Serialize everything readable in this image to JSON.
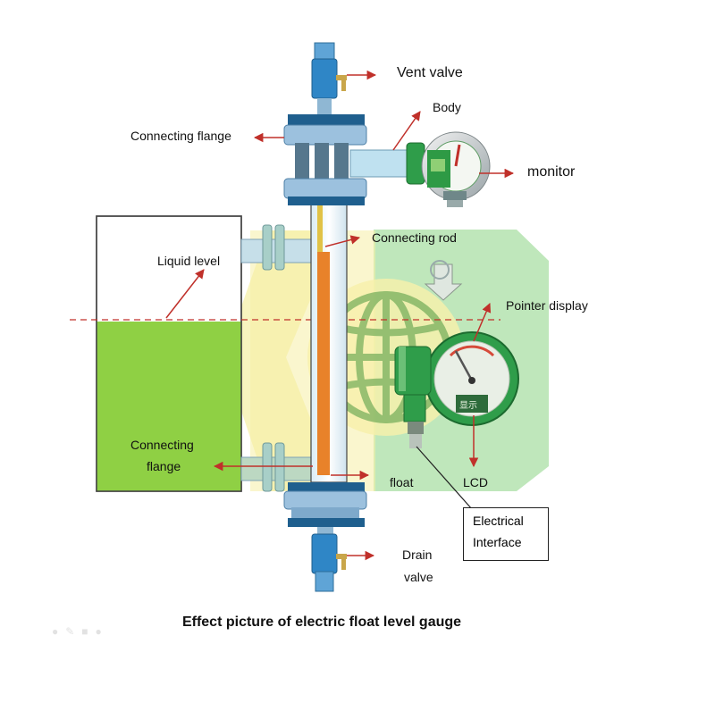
{
  "diagram": {
    "caption": "Effect picture of electric float level gauge",
    "labels": {
      "vent_valve": "Vent valve",
      "body": "Body",
      "connecting_flange_top": "Connecting flange",
      "monitor": "monitor",
      "connecting_rod": "Connecting rod",
      "liquid_level": "Liquid level",
      "pointer_display": "Pointer display",
      "connecting_flange_bottom_line1": "Connecting",
      "connecting_flange_bottom_line2": "flange",
      "float": "float",
      "lcd": "LCD",
      "electrical_interface_line1": "Electrical",
      "electrical_interface_line2": "Interface",
      "drain_valve_line1": "Drain",
      "drain_valve_line2": "valve",
      "display_text": "显示"
    },
    "colors": {
      "liquid": "#8fd044",
      "arrow": "#c0302a",
      "flange": "#7fa7c9",
      "valve": "#2f86c6",
      "rod": "#e8822a",
      "watermark_green": "#a6dea0",
      "watermark_yellow": "#f5eea0"
    }
  }
}
